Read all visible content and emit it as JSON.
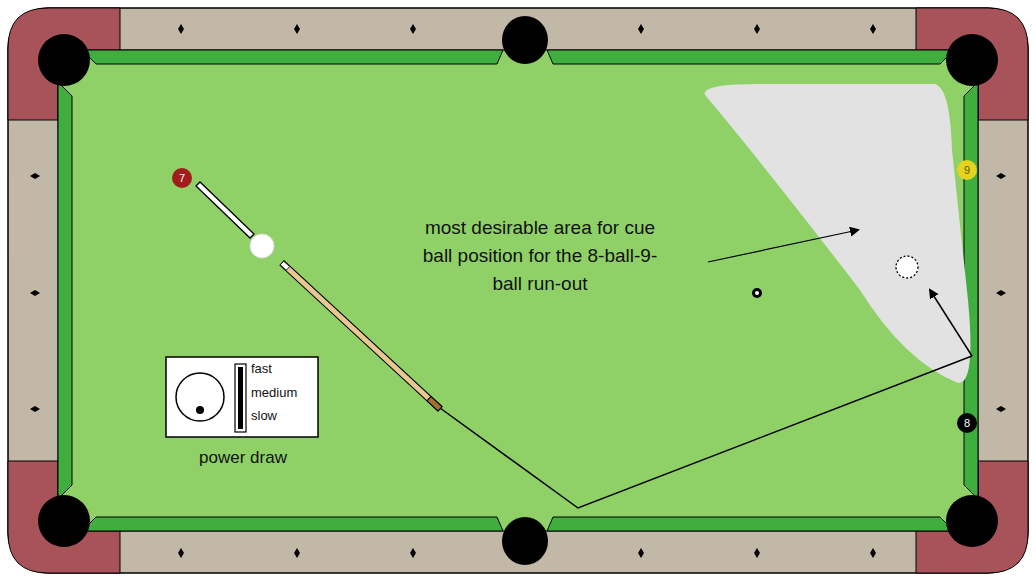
{
  "diagram": {
    "nodes": [
      {
        "text": [
          "7"
        ]
      },
      {
        "text": [
          "9"
        ]
      },
      {
        "text": [
          "fast",
          "medium",
          "slow",
          "power draw"
        ]
      },
      {
        "text": [
          "8"
        ]
      }
    ],
    "labels": [
      "most desirable area for cue ball position for the 8-ball-9-ball run-out"
    ]
  }
}
